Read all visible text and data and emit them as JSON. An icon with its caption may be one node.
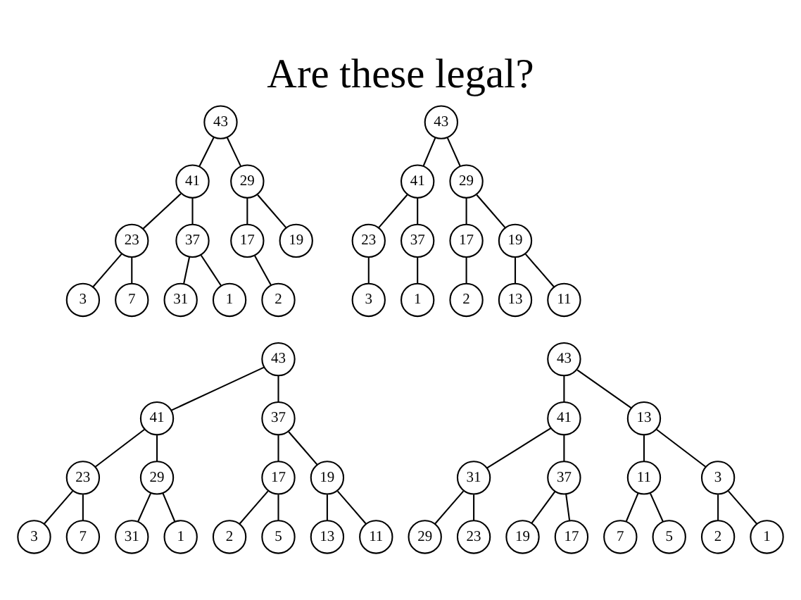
{
  "diagram": {
    "title": "Are these legal?",
    "nodes": [
      {
        "text": [
          "43"
        ]
      },
      {
        "text": [
          "41"
        ]
      },
      {
        "text": [
          "29"
        ]
      },
      {
        "text": [
          "23"
        ]
      },
      {
        "text": [
          "37"
        ]
      },
      {
        "text": [
          "17"
        ]
      },
      {
        "text": [
          "19"
        ]
      },
      {
        "text": [
          "3"
        ]
      },
      {
        "text": [
          "7"
        ]
      },
      {
        "text": [
          "31"
        ]
      },
      {
        "text": [
          "1"
        ]
      },
      {
        "text": [
          "2"
        ]
      },
      {
        "text": [
          "43"
        ]
      },
      {
        "text": [
          "41"
        ]
      },
      {
        "text": [
          "29"
        ]
      },
      {
        "text": [
          "23"
        ]
      },
      {
        "text": [
          "37"
        ]
      },
      {
        "text": [
          "17"
        ]
      },
      {
        "text": [
          "19"
        ]
      },
      {
        "text": [
          "3"
        ]
      },
      {
        "text": [
          "1"
        ]
      },
      {
        "text": [
          "2"
        ]
      },
      {
        "text": [
          "13"
        ]
      },
      {
        "text": [
          "11"
        ]
      },
      {
        "text": [
          "43"
        ]
      },
      {
        "text": [
          "41"
        ]
      },
      {
        "text": [
          "37"
        ]
      },
      {
        "text": [
          "23"
        ]
      },
      {
        "text": [
          "29"
        ]
      },
      {
        "text": [
          "17"
        ]
      },
      {
        "text": [
          "19"
        ]
      },
      {
        "text": [
          "3"
        ]
      },
      {
        "text": [
          "7"
        ]
      },
      {
        "text": [
          "31"
        ]
      },
      {
        "text": [
          "1"
        ]
      },
      {
        "text": [
          "2"
        ]
      },
      {
        "text": [
          "5"
        ]
      },
      {
        "text": [
          "13"
        ]
      },
      {
        "text": [
          "11"
        ]
      },
      {
        "text": [
          "43"
        ]
      },
      {
        "text": [
          "41"
        ]
      },
      {
        "text": [
          "13"
        ]
      },
      {
        "text": [
          "31"
        ]
      },
      {
        "text": [
          "37"
        ]
      },
      {
        "text": [
          "11"
        ]
      },
      {
        "text": [
          "3"
        ]
      },
      {
        "text": [
          "29"
        ]
      },
      {
        "text": [
          "23"
        ]
      },
      {
        "text": [
          "19"
        ]
      },
      {
        "text": [
          "17"
        ]
      },
      {
        "text": [
          "7"
        ]
      },
      {
        "text": [
          "5"
        ]
      },
      {
        "text": [
          "2"
        ]
      },
      {
        "text": [
          "1"
        ]
      }
    ],
    "edges": [
      {
        "from": 0,
        "to": 1,
        "arrow": "none"
      },
      {
        "from": 0,
        "to": 2,
        "arrow": "none"
      },
      {
        "from": 1,
        "to": 3,
        "arrow": "none"
      },
      {
        "from": 1,
        "to": 4,
        "arrow": "none"
      },
      {
        "from": 2,
        "to": 5,
        "arrow": "none"
      },
      {
        "from": 2,
        "to": 6,
        "arrow": "none"
      },
      {
        "from": 3,
        "to": 7,
        "arrow": "none"
      },
      {
        "from": 3,
        "to": 8,
        "arrow": "none"
      },
      {
        "from": 4,
        "to": 9,
        "arrow": "none"
      },
      {
        "from": 4,
        "to": 10,
        "arrow": "none"
      },
      {
        "from": 5,
        "to": 11,
        "arrow": "none"
      },
      {
        "from": 12,
        "to": 13,
        "arrow": "none"
      },
      {
        "from": 12,
        "to": 14,
        "arrow": "none"
      },
      {
        "from": 13,
        "to": 15,
        "arrow": "none"
      },
      {
        "from": 13,
        "to": 16,
        "arrow": "none"
      },
      {
        "from": 14,
        "to": 17,
        "arrow": "none"
      },
      {
        "from": 14,
        "to": 18,
        "arrow": "none"
      },
      {
        "from": 15,
        "to": 19,
        "arrow": "none"
      },
      {
        "from": 16,
        "to": 20,
        "arrow": "none"
      },
      {
        "from": 17,
        "to": 21,
        "arrow": "none"
      },
      {
        "from": 18,
        "to": 22,
        "arrow": "none"
      },
      {
        "from": 18,
        "to": 23,
        "arrow": "none"
      },
      {
        "from": 24,
        "to": 25,
        "arrow": "none"
      },
      {
        "from": 24,
        "to": 26,
        "arrow": "none"
      },
      {
        "from": 25,
        "to": 27,
        "arrow": "none"
      },
      {
        "from": 25,
        "to": 28,
        "arrow": "none"
      },
      {
        "from": 26,
        "to": 29,
        "arrow": "none"
      },
      {
        "from": 26,
        "to": 30,
        "arrow": "none"
      },
      {
        "from": 27,
        "to": 31,
        "arrow": "none"
      },
      {
        "from": 27,
        "to": 32,
        "arrow": "none"
      },
      {
        "from": 28,
        "to": 33,
        "arrow": "none"
      },
      {
        "from": 28,
        "to": 34,
        "arrow": "none"
      },
      {
        "from": 29,
        "to": 35,
        "arrow": "none"
      },
      {
        "from": 29,
        "to": 36,
        "arrow": "none"
      },
      {
        "from": 30,
        "to": 37,
        "arrow": "none"
      },
      {
        "from": 30,
        "to": 38,
        "arrow": "none"
      },
      {
        "from": 39,
        "to": 40,
        "arrow": "none"
      },
      {
        "from": 39,
        "to": 41,
        "arrow": "none"
      },
      {
        "from": 40,
        "to": 42,
        "arrow": "none"
      },
      {
        "from": 40,
        "to": 43,
        "arrow": "none"
      },
      {
        "from": 41,
        "to": 44,
        "arrow": "none"
      },
      {
        "from": 41,
        "to": 45,
        "arrow": "none"
      },
      {
        "from": 42,
        "to": 46,
        "arrow": "none"
      },
      {
        "from": 42,
        "to": 47,
        "arrow": "none"
      },
      {
        "from": 43,
        "to": 48,
        "arrow": "none"
      },
      {
        "from": 43,
        "to": 49,
        "arrow": "none"
      },
      {
        "from": 44,
        "to": 50,
        "arrow": "none"
      },
      {
        "from": 44,
        "to": 51,
        "arrow": "none"
      },
      {
        "from": 45,
        "to": 52,
        "arrow": "none"
      },
      {
        "from": 45,
        "to": 53,
        "arrow": "none"
      }
    ]
  }
}
